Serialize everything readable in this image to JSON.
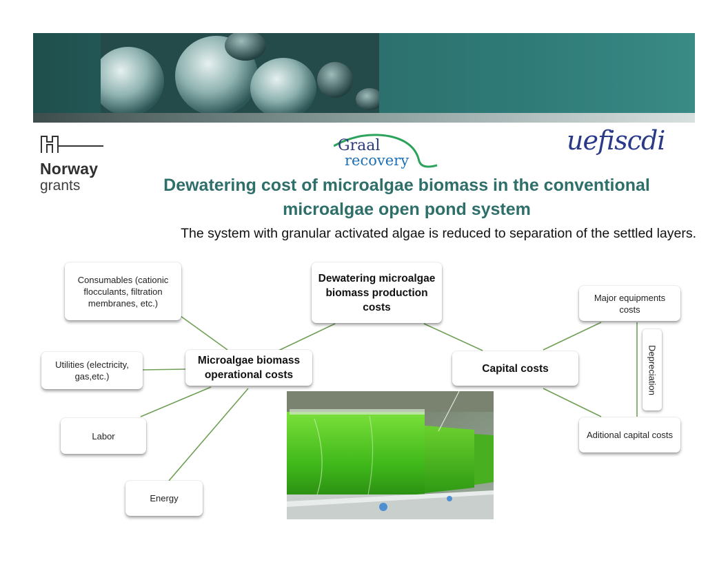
{
  "header": {
    "norway_logo": {
      "line1": "Norway",
      "line2": "grants"
    },
    "graal_logo": {
      "word1": "Graal",
      "word2": "recovery"
    },
    "uefiscdi_logo": "uefiscdi"
  },
  "title": {
    "line1": "Dewatering cost of microalgae biomass in the conventional",
    "line2": "microalgae open pond system"
  },
  "subtitle": "The system with granular activated algae is reduced to separation of the settled layers.",
  "diagram": {
    "root": "Dewatering microalgae biomass production costs",
    "operational": "Microalgae biomass operational costs",
    "capital": "Capital costs",
    "consumables": "Consumables (cationic flocculants, filtration membranes, etc.)",
    "utilities": "Utilities (electricity, gas,etc.)",
    "labor": "Labor",
    "energy": "Energy",
    "equipment": "Major equipments costs",
    "additional": "Aditional capital costs",
    "depreciation": "Depreciation"
  },
  "colors": {
    "title": "#2e6f6a",
    "connector": "#6f9f55",
    "banner": "#2b6b68",
    "algae": "#4fc81e"
  }
}
